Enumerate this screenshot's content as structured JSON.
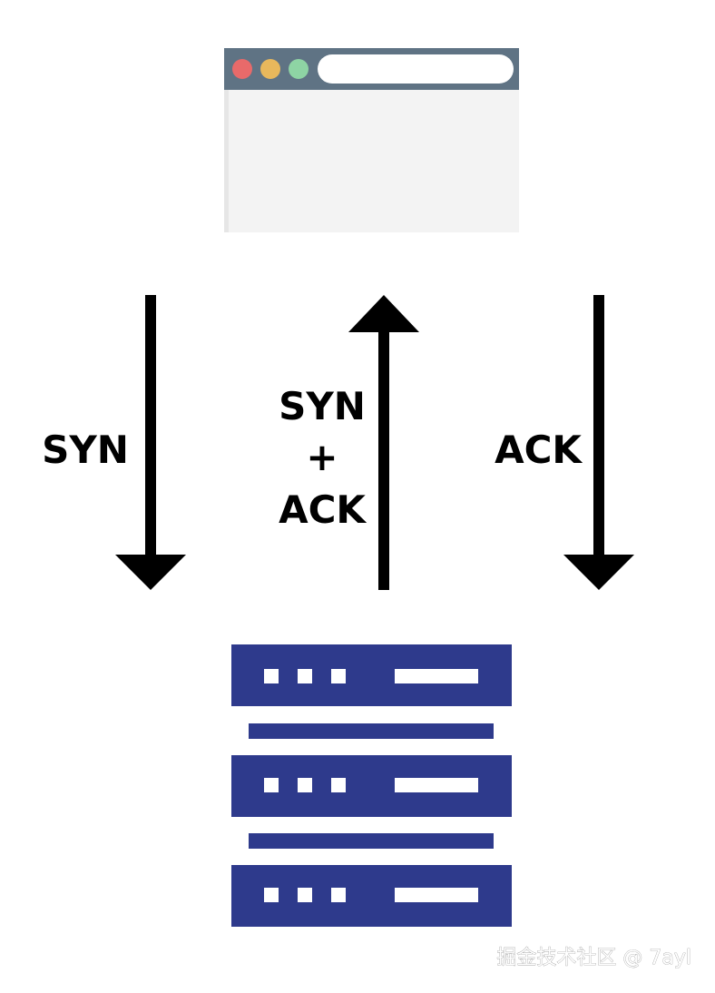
{
  "diagram": {
    "client": {
      "icon": "browser-window-icon",
      "colors": {
        "titlebar": "#5F7384",
        "close_dot": "#E86A6A",
        "minimize_dot": "#E8B85C",
        "maximize_dot": "#8ED4A4",
        "address_bar": "#FFFFFF",
        "content": "#F3F3F3"
      }
    },
    "server": {
      "icon": "server-rack-icon",
      "colors": {
        "unit": "#2E3A8C",
        "light": "#FFFFFF"
      }
    },
    "arrows": [
      {
        "direction": "down",
        "lines": [
          "SYN"
        ]
      },
      {
        "direction": "up",
        "lines": [
          "SYN",
          "+",
          "ACK"
        ]
      },
      {
        "direction": "down",
        "lines": [
          "ACK"
        ]
      }
    ],
    "arrow_color": "#000000"
  },
  "watermark": "掘金技术社区 @ 7ayl"
}
